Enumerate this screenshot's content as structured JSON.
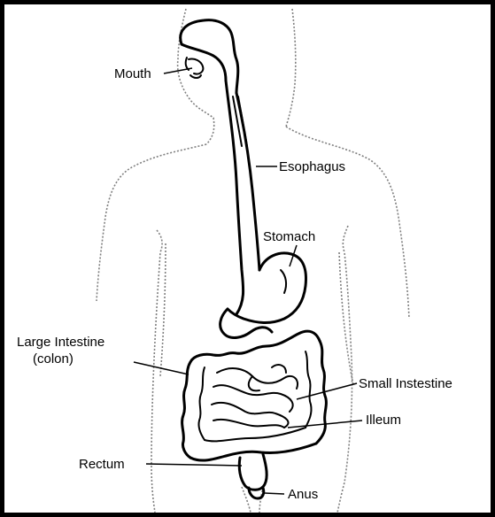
{
  "diagram": {
    "labels": {
      "mouth": "Mouth",
      "esophagus": "Esophagus",
      "stomach": "Stomach",
      "large_intestine_line1": "Large Intestine",
      "large_intestine_line2": "(colon)",
      "small_intestine": "Small Instestine",
      "illeum": "Illeum",
      "rectum": "Rectum",
      "anus": "Anus"
    },
    "colors": {
      "organ_stroke": "#000000",
      "body_outline": "#7f7f7f",
      "background": "#ffffff",
      "frame": "#000000"
    }
  }
}
